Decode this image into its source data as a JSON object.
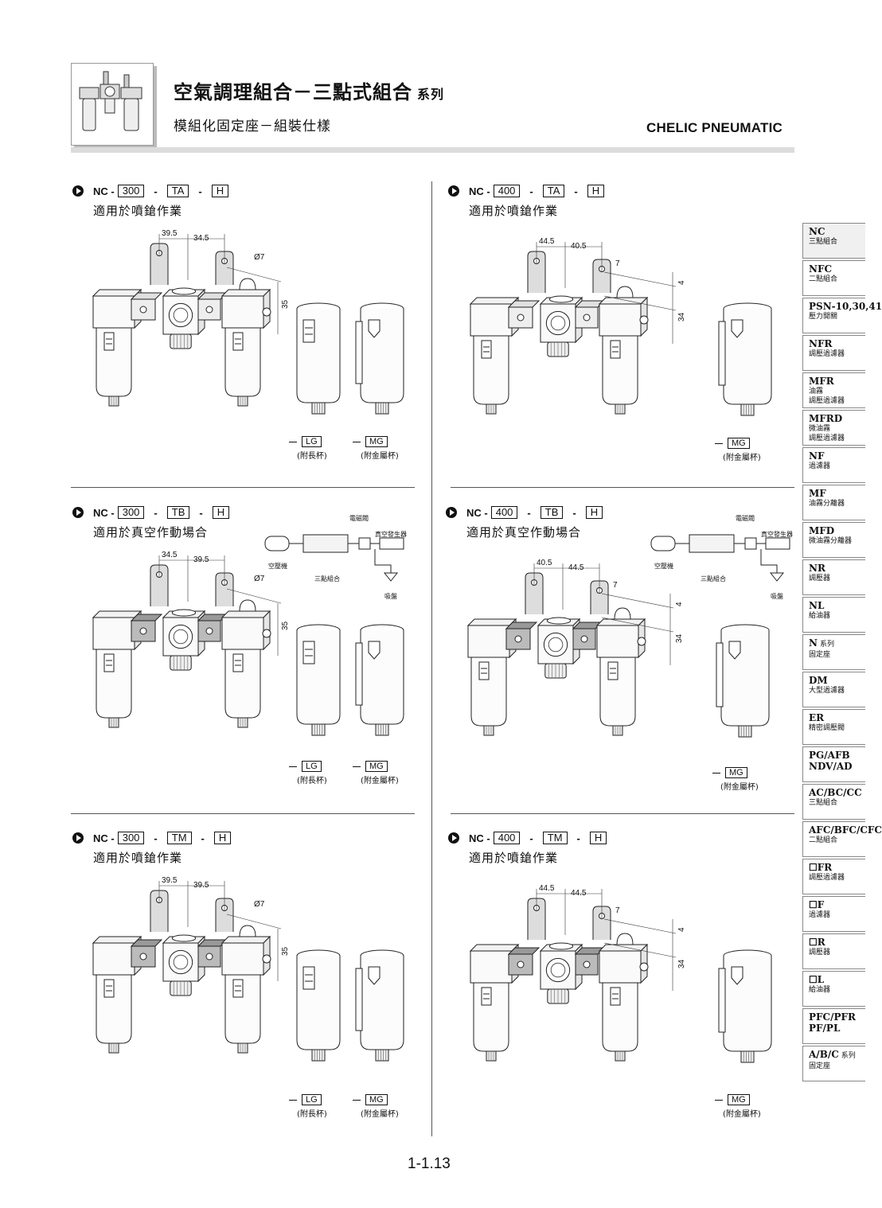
{
  "header": {
    "title": "空氣調理組合－三點式組合",
    "title_suffix": "系列",
    "subtitle": "模組化固定座－組裝仕樣",
    "brand": "CHELIC PNEUMATIC"
  },
  "panels": [
    {
      "prefix": "NC -",
      "size": "300",
      "type": "TA",
      "suffix": "H",
      "usage": "適用於噴鎗作業",
      "dims": [
        "39.5",
        "34.5",
        "Ø7",
        "35"
      ],
      "options": [
        {
          "code": "LG",
          "caption": "(附長杯)"
        },
        {
          "code": "MG",
          "caption": "(附金屬杯)"
        }
      ]
    },
    {
      "prefix": "NC -",
      "size": "400",
      "type": "TA",
      "suffix": "H",
      "usage": "適用於噴鎗作業",
      "dims": [
        "44.5",
        "40.5",
        "7",
        "4",
        "34"
      ],
      "options": [
        {
          "code": "MG",
          "caption": "(附金屬杯)"
        }
      ]
    },
    {
      "prefix": "NC -",
      "size": "300",
      "type": "TB",
      "suffix": "H",
      "usage": "適用於真空作動場合",
      "dims": [
        "34.5",
        "39.5",
        "Ø7",
        "35"
      ],
      "options": [
        {
          "code": "LG",
          "caption": "(附長杯)"
        },
        {
          "code": "MG",
          "caption": "(附金屬杯)"
        }
      ]
    },
    {
      "prefix": "NC -",
      "size": "400",
      "type": "TB",
      "suffix": "H",
      "usage": "適用於真空作動場合",
      "dims": [
        "40.5",
        "44.5",
        "7",
        "4",
        "34"
      ],
      "options": [
        {
          "code": "MG",
          "caption": "(附金屬杯)"
        }
      ]
    },
    {
      "prefix": "NC -",
      "size": "300",
      "type": "TM",
      "suffix": "H",
      "usage": "適用於噴鎗作業",
      "dims": [
        "39.5",
        "39.5",
        "Ø7",
        "35"
      ],
      "options": [
        {
          "code": "LG",
          "caption": "(附長杯)"
        },
        {
          "code": "MG",
          "caption": "(附金屬杯)"
        }
      ]
    },
    {
      "prefix": "NC -",
      "size": "400",
      "type": "TM",
      "suffix": "H",
      "usage": "適用於噴鎗作業",
      "dims": [
        "44.5",
        "44.5",
        "7",
        "4",
        "34"
      ],
      "options": [
        {
          "code": "MG",
          "caption": "(附金屬杯)"
        }
      ]
    }
  ],
  "schematic": {
    "solenoid": "電磁閥",
    "vacuum_gen": "真空發生器",
    "compressor": "空壓機",
    "frl": "三點組合",
    "suction": "吸盤"
  },
  "sidebar": [
    {
      "code": "NC",
      "name": "三點組合"
    },
    {
      "code": "NFC",
      "name": "二點組合"
    },
    {
      "code": "PSN-10,30,41",
      "name": "壓力開關"
    },
    {
      "code": "NFR",
      "name": "調壓過濾器"
    },
    {
      "code": "MFR",
      "name": "油霧",
      "name2": "調壓過濾器"
    },
    {
      "code": "MFRD",
      "name": "微油霧",
      "name2": "調壓過濾器"
    },
    {
      "code": "NF",
      "name": "過濾器"
    },
    {
      "code": "MF",
      "name": "油霧分離器"
    },
    {
      "code": "MFD",
      "name": "微油霧分離器"
    },
    {
      "code": "NR",
      "name": "調壓器"
    },
    {
      "code": "NL",
      "name": "給油器"
    },
    {
      "code": "N",
      "code_suffix": "系列",
      "name": "固定座"
    },
    {
      "code": "DM",
      "name": "大型過濾器"
    },
    {
      "code": "ER",
      "name": "精密調壓閥"
    },
    {
      "code": "PG/AFB",
      "name": "NDV/AD"
    },
    {
      "code": "AC/BC/CC",
      "name": "三點組合"
    },
    {
      "code": "AFC/BFC/CFC",
      "name": "二點組合"
    },
    {
      "code": "☐FR",
      "name": "調壓過濾器"
    },
    {
      "code": "☐F",
      "name": "過濾器"
    },
    {
      "code": "☐R",
      "name": "調壓器"
    },
    {
      "code": "☐L",
      "name": "給油器"
    },
    {
      "code": "PFC/PFR",
      "name": "PF/PL"
    },
    {
      "code": "A/B/C",
      "code_suffix": "系列",
      "name": "固定座"
    }
  ],
  "page_number": "1-1.13"
}
